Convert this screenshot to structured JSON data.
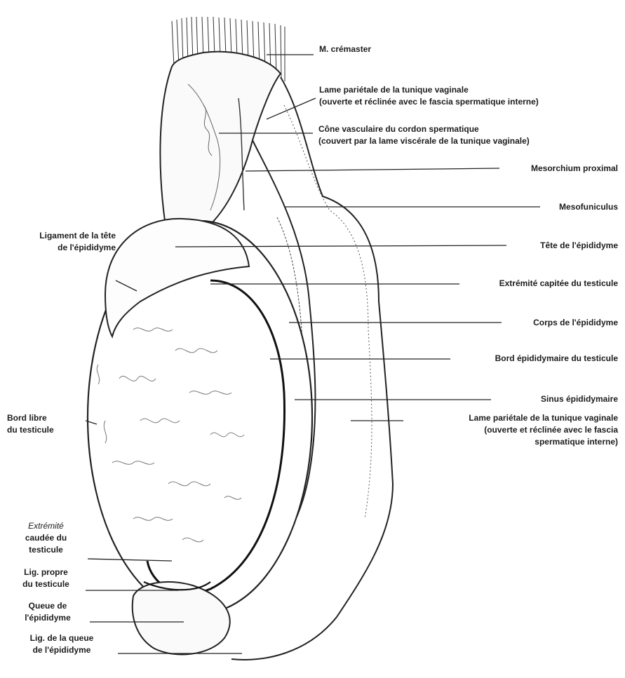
{
  "labels": {
    "cremaster": "M. crémaster",
    "lame_parietale_top_1": "Lame pariétale de la tunique vaginale",
    "lame_parietale_top_2": "(ouverte et réclinée avec le fascia spermatique interne)",
    "cone_vasculaire_1": "Cône vasculaire du cordon spermatique",
    "cone_vasculaire_2": "(couvert par la lame viscérale de la tunique vaginale)",
    "mesorchium": "Mesorchium proximal",
    "mesofuniculus": "Mesofuniculus",
    "tete_epididyme": "Tête de l'épididyme",
    "extremite_capitee": "Extrémité capitée du testicule",
    "corps_epididyme": "Corps de l'épididyme",
    "bord_epididymaire": "Bord épididymaire du testicule",
    "sinus_epididymaire": "Sinus épididymaire",
    "lame_parietale_bottom_1": "Lame pariétale de la tunique vaginale",
    "lame_parietale_bottom_2": "(ouverte et réclinée avec le fascia",
    "lame_parietale_bottom_3": "spermatique interne)",
    "ligament_tete_1": "Ligament de la tête",
    "ligament_tete_2": "de l'épididyme",
    "bord_libre_1": "Bord libre",
    "bord_libre_2": "du testicule",
    "extremite_caudee_1": "Extrémité",
    "extremite_caudee_2": "caudée du",
    "extremite_caudee_3": "testicule",
    "lig_propre_1": "Lig. propre",
    "lig_propre_2": "du testicule",
    "queue_1": "Queue de",
    "queue_2": "l'épididyme",
    "lig_queue_1": "Lig. de la queue",
    "lig_queue_2": "de l'épididyme"
  }
}
